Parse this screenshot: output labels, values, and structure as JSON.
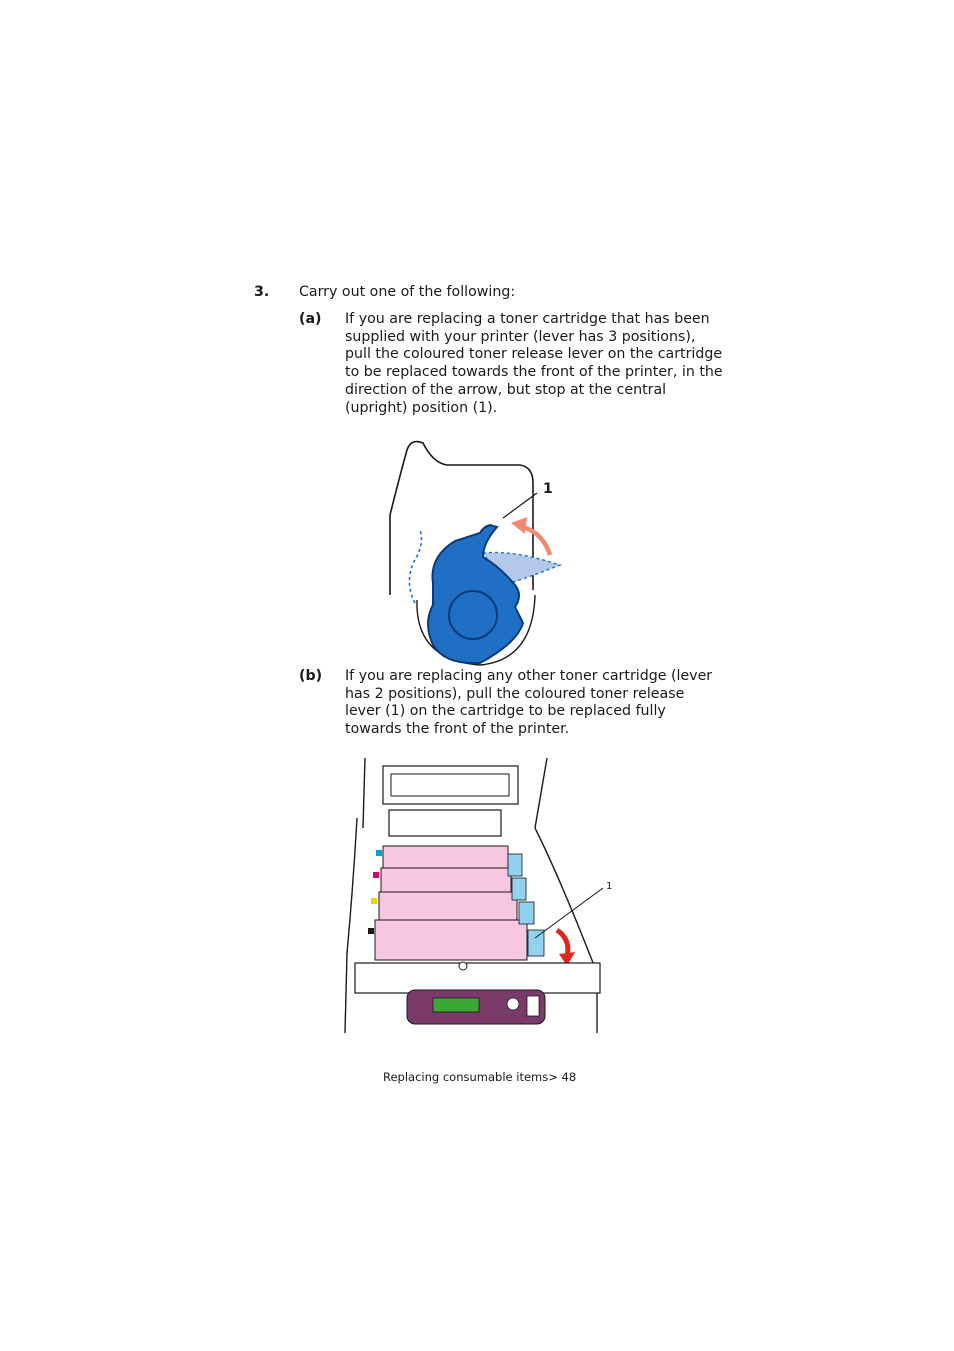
{
  "step": {
    "number": "3.",
    "text": "Carry out one of the following:"
  },
  "option_a": {
    "label": "(a)",
    "lines": [
      "If you are replacing a toner cartridge that has been",
      "supplied with your printer (lever has 3 positions),",
      "pull the coloured toner release lever on the cartridge",
      "to be replaced towards the front of the printer, in the",
      "direction of the arrow, but stop at the central",
      "(upright) position (1)."
    ],
    "callout": "1"
  },
  "option_b": {
    "label": "(b)",
    "lines": [
      "If you are replacing any other toner cartridge (lever",
      "has 2 positions), pull the coloured toner release",
      "lever (1) on the cartridge to be replaced fully",
      "towards the front of the printer."
    ],
    "callout": "1"
  },
  "footer": "Replacing consumable items> 48",
  "colors": {
    "lever_blue": "#1f6fc4",
    "lever_outline": "#0b3a78",
    "arrow_salmon": "#f08a70",
    "toner_pink": "#f7c6e0",
    "toner_tab_cyan": "#8fd3ee",
    "arrow_red": "#e0261d",
    "panel_purple": "#7a3a6a",
    "display_green": "#3aa832"
  },
  "illustrations": [
    "toner-lever-diagram",
    "printer-open-top-diagram"
  ]
}
